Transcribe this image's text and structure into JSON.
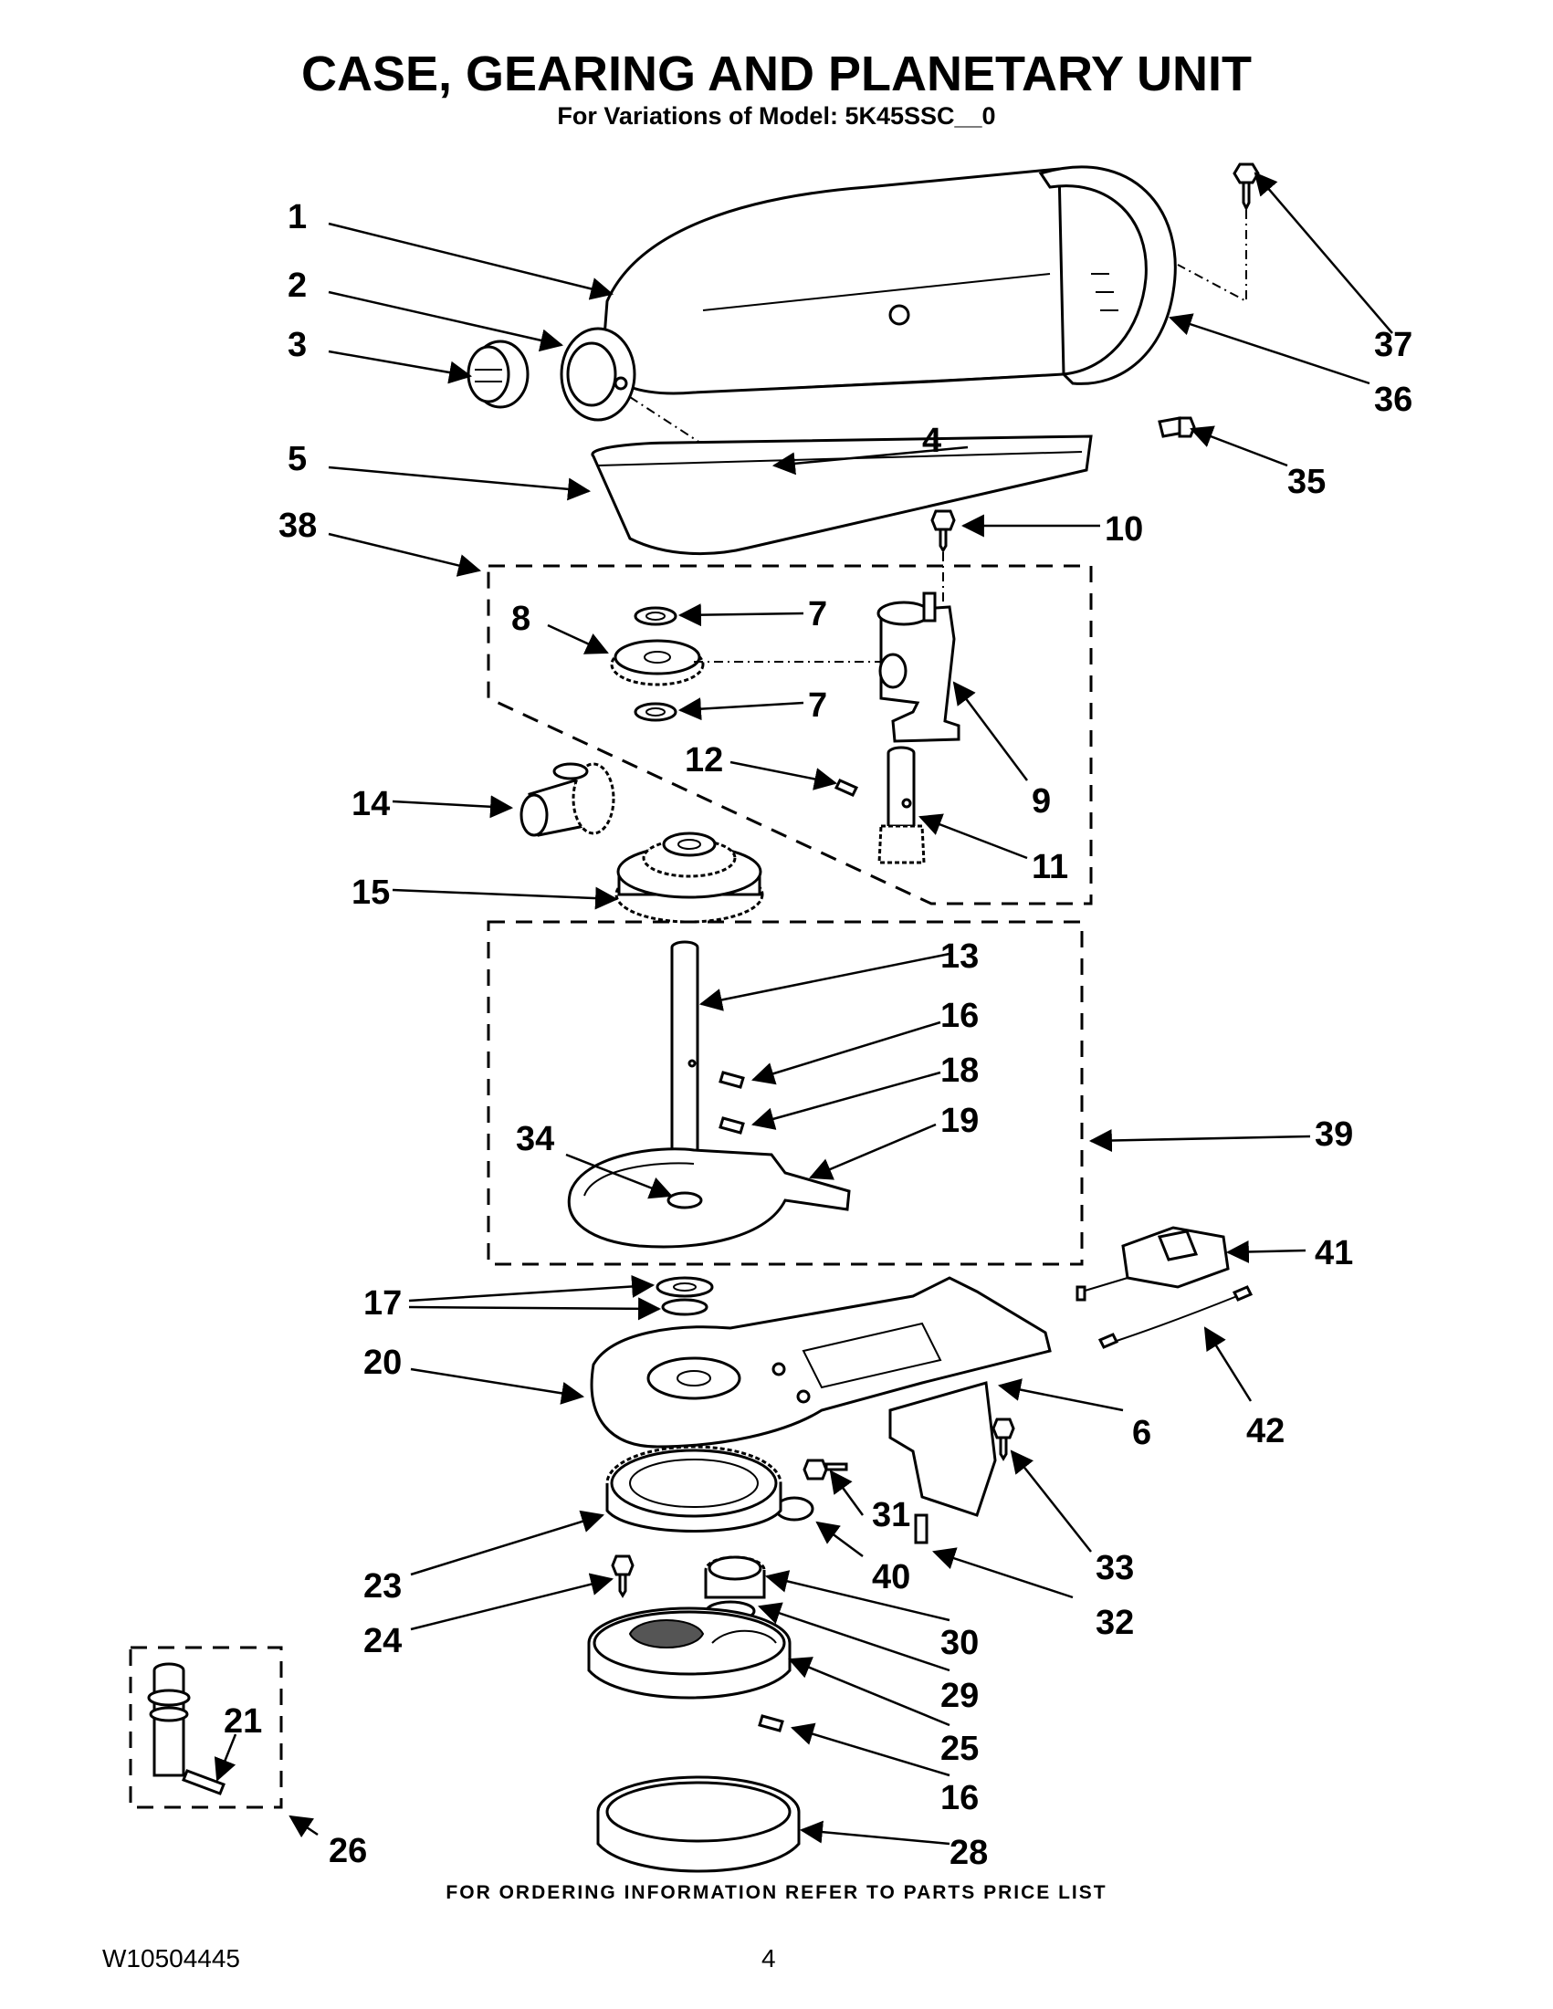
{
  "page": {
    "title": "CASE, GEARING AND PLANETARY UNIT",
    "subtitle": "For Variations of Model: 5K45SSC__0",
    "footer_note": "FOR ORDERING INFORMATION REFER TO PARTS PRICE LIST",
    "document_number": "W10504445",
    "page_number": "4"
  },
  "callouts": [
    "1",
    "2",
    "3",
    "4",
    "5",
    "38",
    "8",
    "7",
    "7",
    "12",
    "14",
    "15",
    "9",
    "11",
    "13",
    "16",
    "18",
    "19",
    "34",
    "39",
    "41",
    "17",
    "20",
    "42",
    "6",
    "31",
    "33",
    "40",
    "23",
    "32",
    "24",
    "30",
    "29",
    "25",
    "16",
    "28",
    "21",
    "26",
    "10",
    "35",
    "36",
    "37"
  ]
}
